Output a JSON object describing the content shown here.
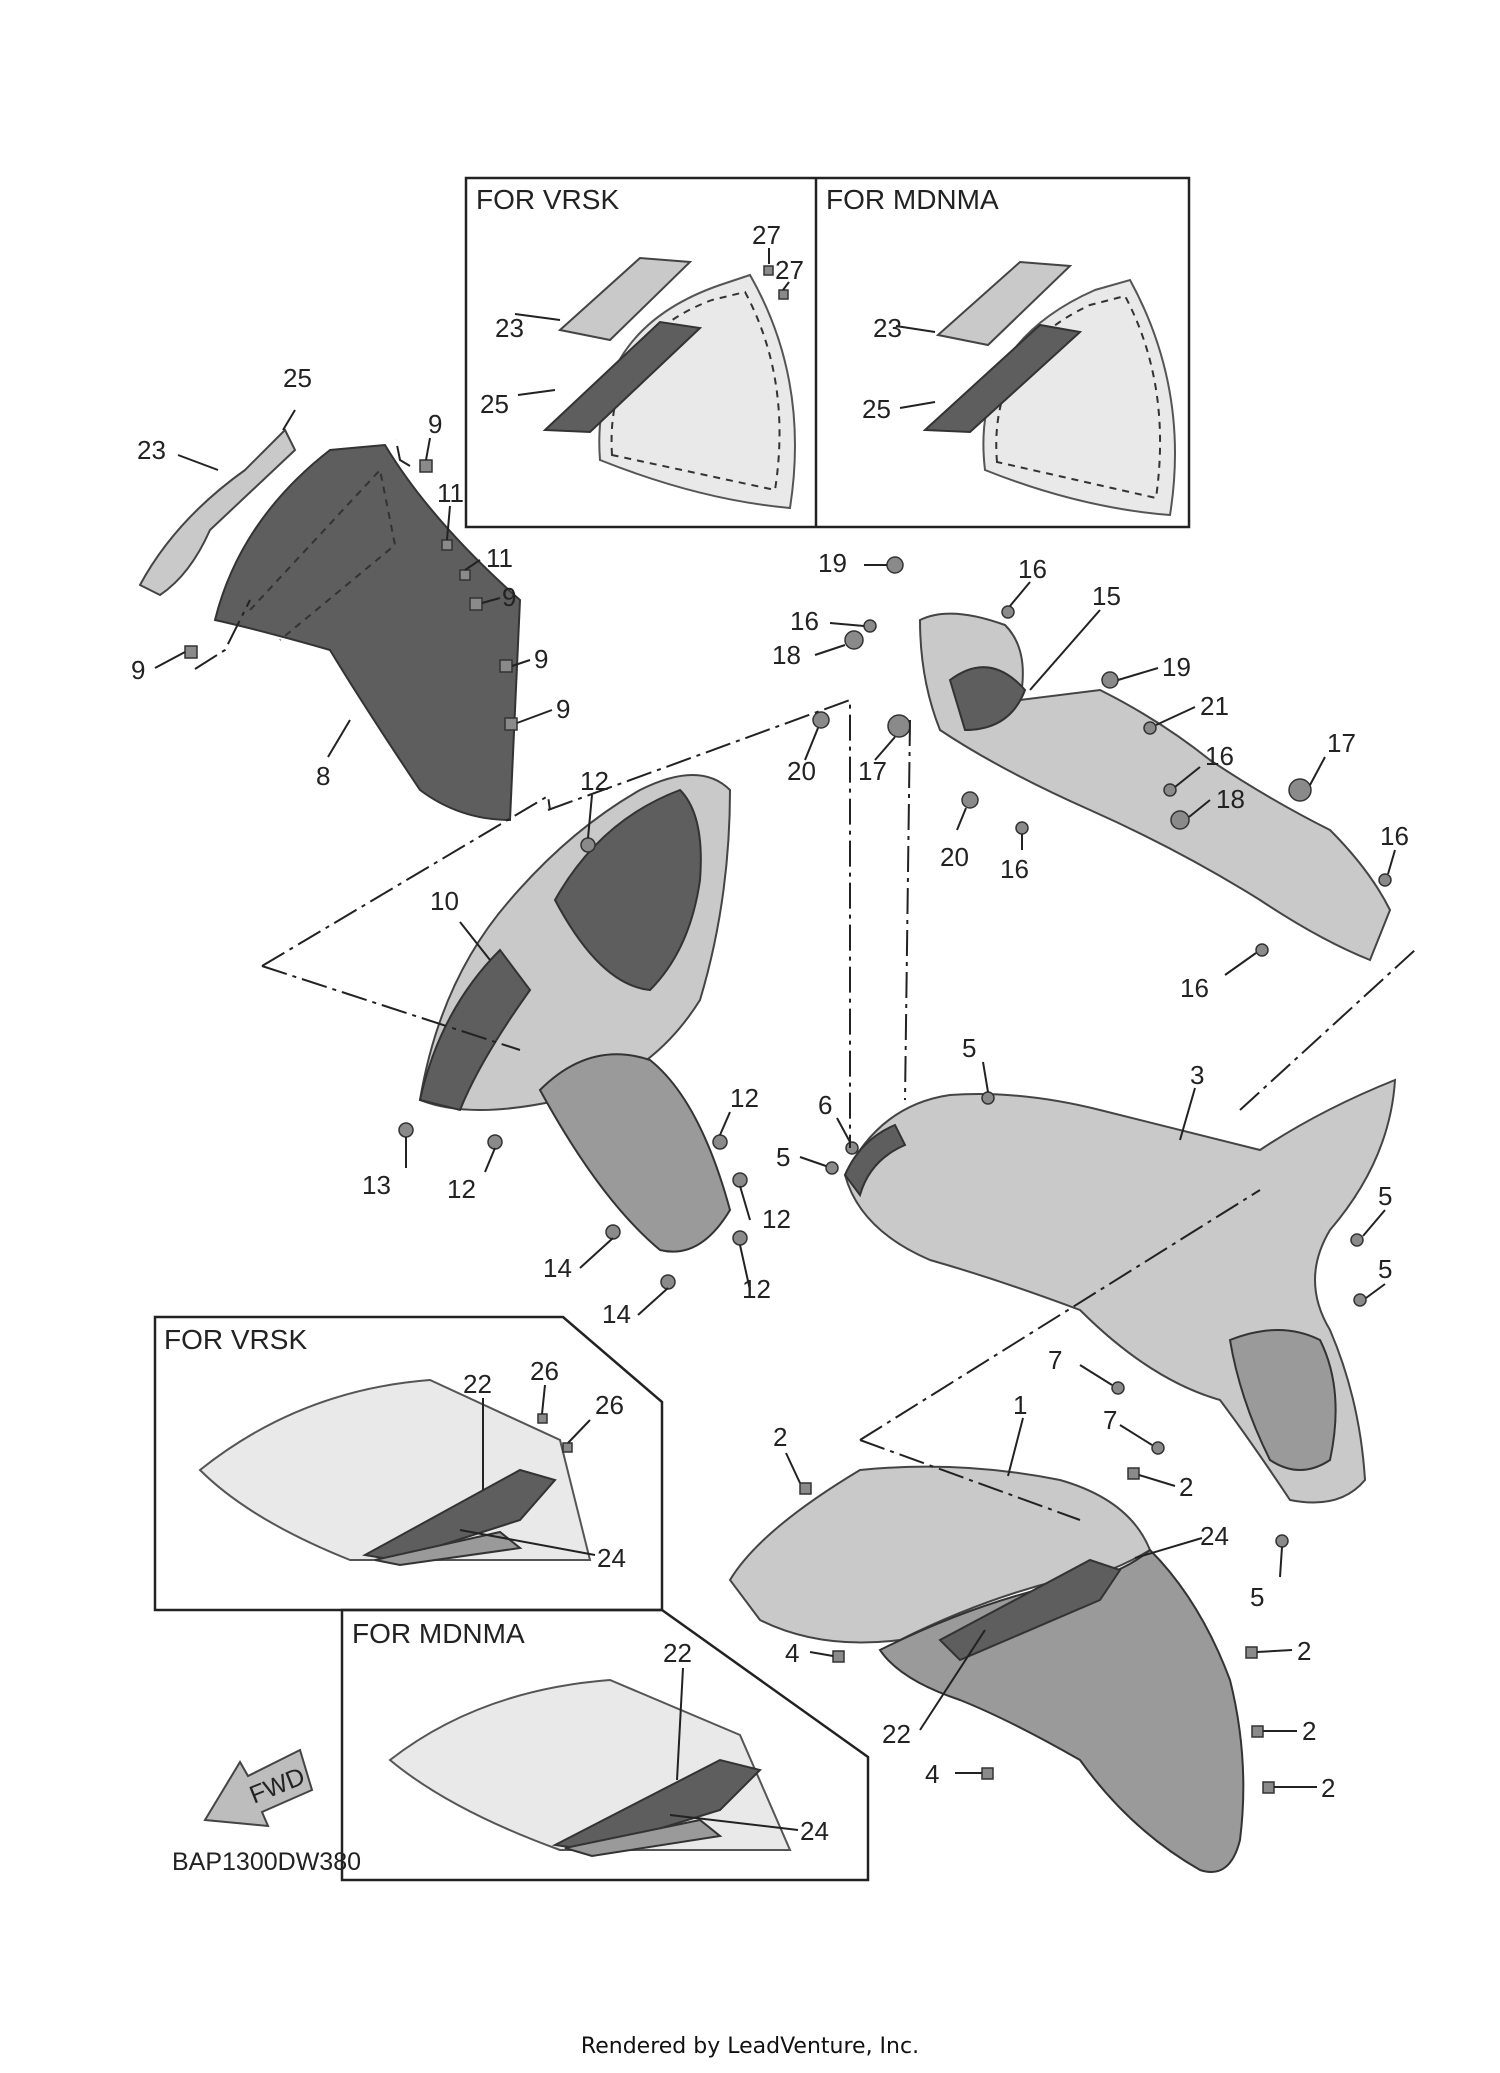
{
  "insets": {
    "top_left_title": "FOR VRSK",
    "top_right_title": "FOR MDNMA",
    "bottom_left_title": "FOR VRSK",
    "bottom_right_title": "FOR MDNMA"
  },
  "diagram_code": "BAP1300DW380",
  "fwd_label": "FWD",
  "footer": "Rendered by LeadVenture, Inc.",
  "callouts": {
    "c1": "1",
    "c2": "2",
    "c3": "3",
    "c4": "4",
    "c5": "5",
    "c6": "6",
    "c7": "7",
    "c8": "8",
    "c9": "9",
    "c10": "10",
    "c11": "11",
    "c12": "12",
    "c13": "13",
    "c14": "14",
    "c15": "15",
    "c16": "16",
    "c17": "17",
    "c18": "18",
    "c19": "19",
    "c20": "20",
    "c21": "21",
    "c22": "22",
    "c23": "23",
    "c24": "24",
    "c25": "25",
    "c26": "26",
    "c27": "27"
  }
}
